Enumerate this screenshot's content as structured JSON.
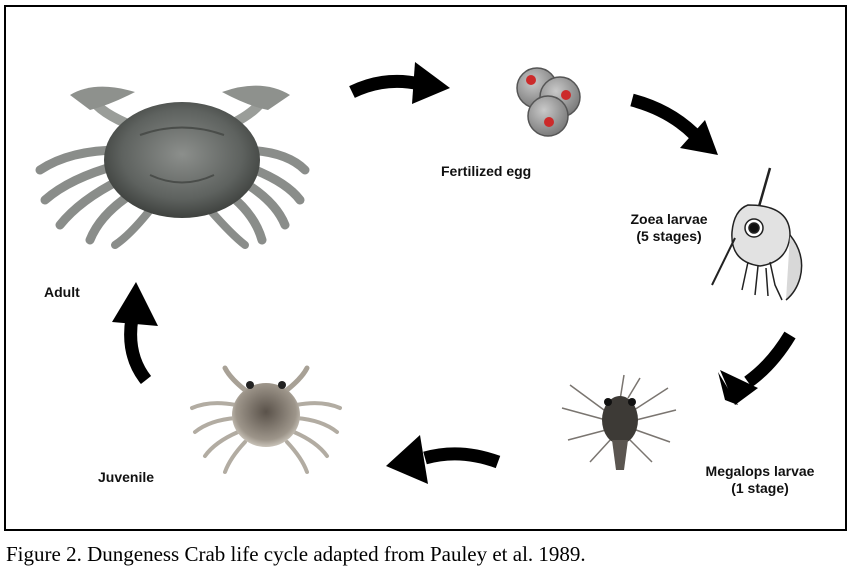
{
  "stages": {
    "adult": "Adult",
    "egg": "Fertilized egg",
    "zoea_line1": "Zoea larvae",
    "zoea_line2": "(5 stages)",
    "megalops_line1": "Megalops larvae",
    "megalops_line2": "(1 stage)",
    "juvenile": "Juvenile"
  },
  "caption": "Figure 2. Dungeness Crab life cycle adapted from Pauley et al. 1989.",
  "colors": {
    "arrow": "#000000",
    "adult_shell": "#6b6e6c",
    "egg": "#9a9a9a",
    "egg_nucleus": "#cc2a2a",
    "juvenile_shell": "#8a8278",
    "megalops_body": "#3d3a36"
  },
  "icons": [
    "adult-crab",
    "fertilized-egg",
    "zoea-larva",
    "megalops-larva",
    "juvenile-crab",
    "cycle-arrow"
  ]
}
